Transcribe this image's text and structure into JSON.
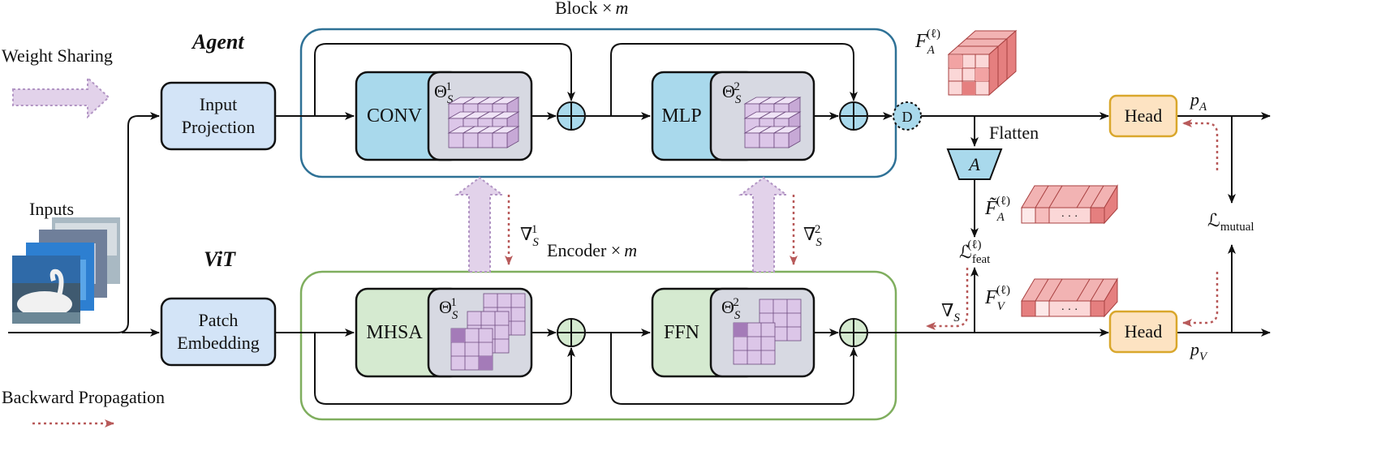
{
  "title_block": "Block ×",
  "title_block_var": "m",
  "title_encoder": "Encoder ×",
  "title_encoder_var": "m",
  "legend": {
    "weight_sharing": "Weight Sharing",
    "backward_propagation": "Backward Propagation"
  },
  "branch_agent": "Agent",
  "branch_vit": "ViT",
  "inputs_label": "Inputs",
  "modules": {
    "input_projection": [
      "Input",
      "Projection"
    ],
    "patch_embedding": [
      "Patch",
      "Embedding"
    ],
    "conv": "CONV",
    "mlp": "MLP",
    "mhsa": "MHSA",
    "ffn": "FFN",
    "head_top": "Head",
    "head_bottom": "Head",
    "d_node": "D",
    "a_node": "A",
    "flatten": "Flatten"
  },
  "symbols": {
    "theta": "Θ",
    "theta_sub": "S",
    "theta_sup1": "1",
    "theta_sup2": "2",
    "nabla": "∇",
    "nabla_sub": "S",
    "nabla_sup1": "1",
    "nabla_sup2": "2",
    "F": "F",
    "F_tilde": "F̃",
    "sup_l": "(ℓ)",
    "sub_A": "A",
    "sub_V": "V",
    "p": "p",
    "L": "ℒ",
    "feat": "feat",
    "mutual": "mutual",
    "dots": "· · ·"
  },
  "colors": {
    "agent_border": "#2e7196",
    "vit_border": "#7fae5e",
    "blue_fill": "#a9d9ec",
    "blue_light": "#d3e4f7",
    "green_fill": "#d5ead0",
    "gray_fill": "#d7d9e2",
    "purple_block": "#b896c9",
    "head_fill": "#fde3c2",
    "head_border": "#d9a72c",
    "red_feature": "#f2b3b3",
    "backward_arrow": "#b85a5a",
    "weight_sharing": "#e2d2ea"
  }
}
